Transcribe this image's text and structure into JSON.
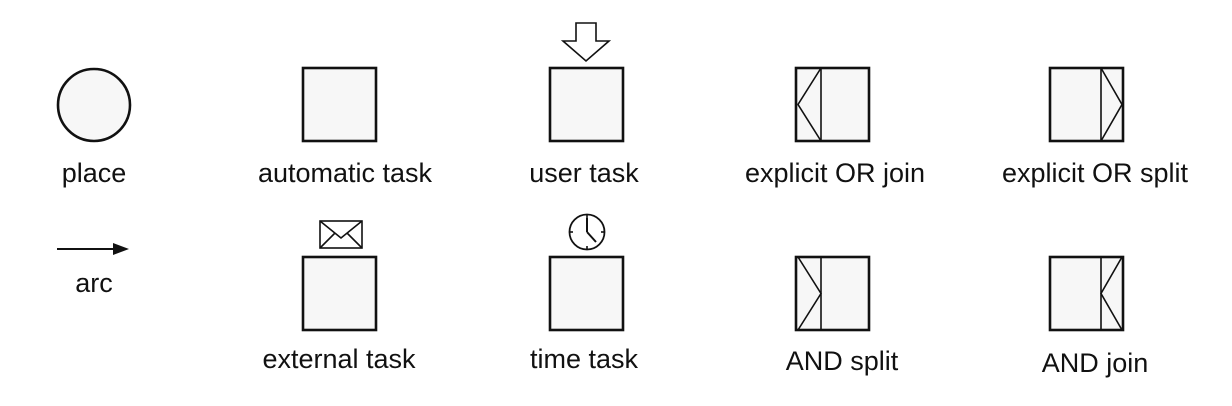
{
  "legend": {
    "place": "place",
    "arc": "arc",
    "automatic_task": "automatic task",
    "user_task": "user task",
    "explicit_or_join": "explicit OR join",
    "explicit_or_split": "explicit OR split",
    "external_task": "external task",
    "time_task": "time task",
    "and_split": "AND split",
    "and_join": "AND join"
  },
  "icons": {
    "place": "circle",
    "arc": "arrow",
    "user_trigger": "down-arrow-icon",
    "external_trigger": "envelope-icon",
    "time_trigger": "clock-icon"
  },
  "colors": {
    "stroke": "#111111",
    "fill": "#f7f7f7"
  }
}
